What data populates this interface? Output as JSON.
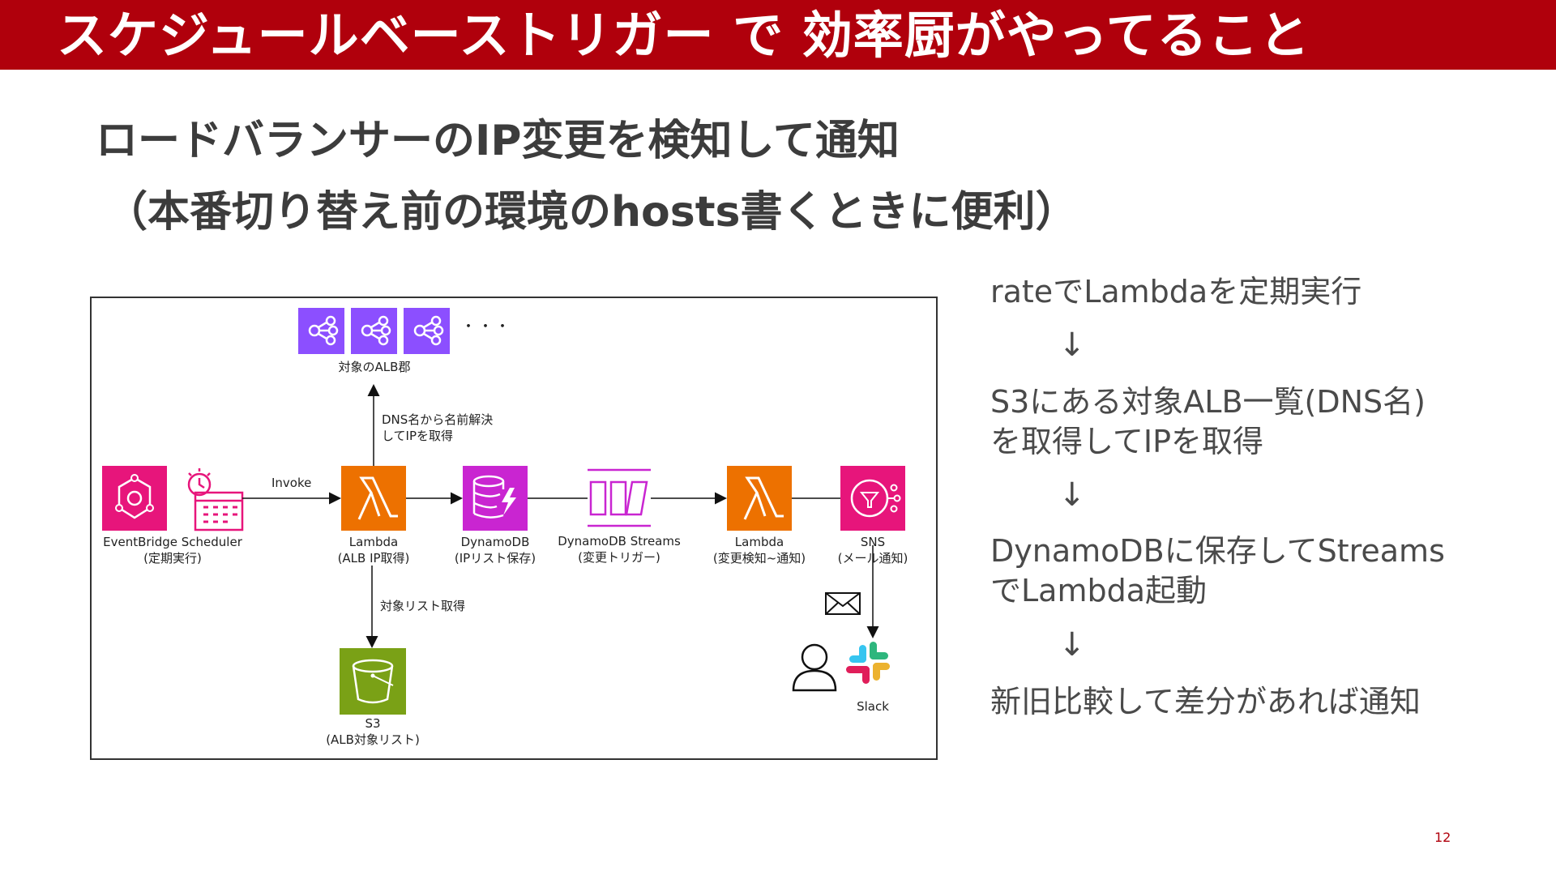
{
  "banner": {
    "title": "スケジュールベーストリガー で 効率厨がやってること"
  },
  "heading": {
    "line1": "ロードバランサーのIP変更を検知して通知",
    "line2": "（本番切り替え前の環境のhosts書くときに便利）"
  },
  "diagram": {
    "alb_group_label": "対象のALB郡",
    "alb_ellipsis": "・・・",
    "dns_resolve_label_1": "DNS名から名前解決",
    "dns_resolve_label_2": "してIPを取得",
    "invoke_label": "Invoke",
    "target_list_label": "対象リスト取得",
    "eventbridge": {
      "name": "EventBridge Scheduler",
      "desc": "(定期実行)"
    },
    "lambda1": {
      "name": "Lambda",
      "desc": "(ALB IP取得)"
    },
    "dynamodb": {
      "name": "DynamoDB",
      "desc": "(IPリスト保存)"
    },
    "streams": {
      "name": "DynamoDB Streams",
      "desc": "(変更トリガー)"
    },
    "lambda2": {
      "name": "Lambda",
      "desc": "(変更検知~通知)"
    },
    "sns": {
      "name": "SNS",
      "desc": "(メール通知)"
    },
    "s3": {
      "name": "S3",
      "desc": "(ALB対象リスト)"
    },
    "slack": {
      "name": "Slack"
    },
    "colors": {
      "lambda": "#ed7100",
      "database": "#c925d1",
      "app_integration": "#e7157b",
      "storage": "#7aa116",
      "network": "#8c4fff"
    }
  },
  "steps": {
    "s1": "rateでLambdaを定期実行",
    "arrow": "↓",
    "s2_line1": "S3にある対象ALB一覧(DNS名)",
    "s2_line2": "を取得してIPを取得",
    "s3_line1": "DynamoDBに保存してStreams",
    "s3_line2": "でLambda起動",
    "s4": "新旧比較して差分があれば通知"
  },
  "page_number": "12"
}
